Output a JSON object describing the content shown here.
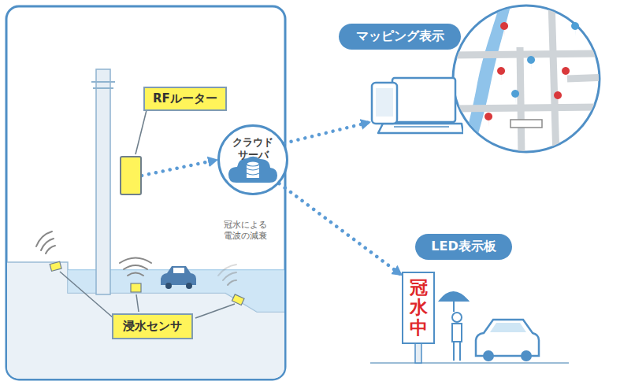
{
  "diagram": {
    "nodes": [
      {
        "text": [
          "RFルーター"
        ]
      },
      {
        "text": [
          "クラウド サーバ"
        ]
      },
      {
        "text": [
          "マッピング表示"
        ]
      },
      {
        "text": [
          "LED表示板",
          "冠水中"
        ]
      },
      {
        "text": [
          "浸水センサ"
        ]
      }
    ],
    "edges": [
      {
        "from": 0,
        "to": 1,
        "arrow": "to"
      },
      {
        "from": 1,
        "to": 2,
        "arrow": "to"
      },
      {
        "from": 1,
        "to": 3,
        "arrow": "to"
      }
    ],
    "labels": [
      "冠水による 電波の減衰"
    ]
  }
}
